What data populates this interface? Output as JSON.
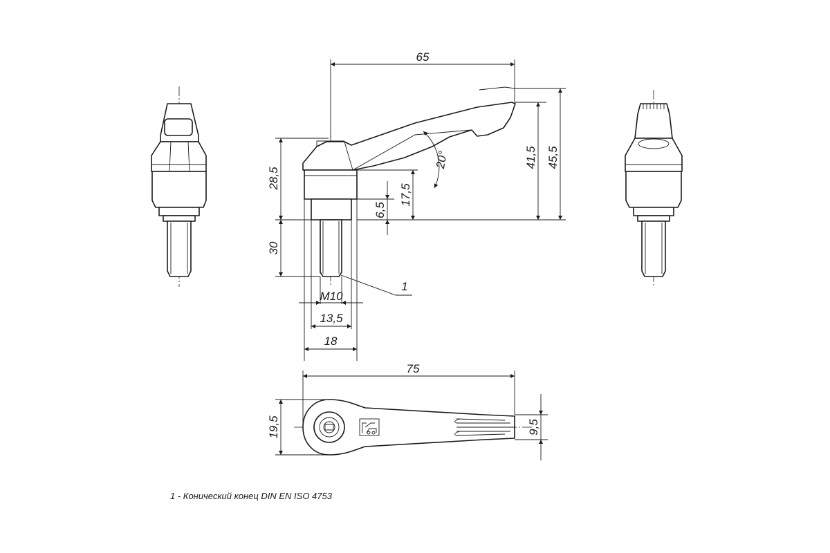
{
  "dimensions": {
    "overall_length_side": "65",
    "height_handle_top": "45,5",
    "height_handle_tip": "41,5",
    "height_hub": "28,5",
    "height_inner": "17,5",
    "height_base": "6,5",
    "angle": "20°",
    "thread_length": "30",
    "thread": "M10",
    "hub_diameter_small": "13,5",
    "hub_diameter": "18",
    "overall_length_top": "75",
    "width_hub_top": "19,5",
    "width_tip_top": "9,5",
    "callout": "1"
  },
  "footnote": "1 - Конический конец DIN EN ISO 4753",
  "icons": {
    "logo": "kipp-logo-icon"
  }
}
